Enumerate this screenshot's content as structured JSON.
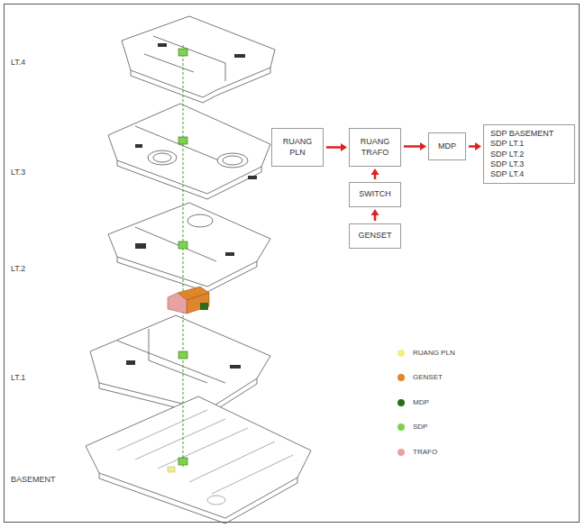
{
  "diagram": {
    "nodes": [
      {
        "text": [
          "RUANG PLN"
        ]
      },
      {
        "text": [
          "RUANG TRAFO"
        ]
      },
      {
        "text": [
          "MDP"
        ]
      },
      {
        "text": [
          "SDP BASEMENT",
          "SDP LT.1",
          "SDP LT.2",
          "SDP LT.3",
          "SDP LT.4"
        ]
      },
      {
        "text": [
          "SWITCH"
        ]
      },
      {
        "text": [
          "GENSET"
        ]
      }
    ],
    "edges": [
      {
        "from": 0,
        "to": 1,
        "arrow": "to"
      },
      {
        "from": 1,
        "to": 2,
        "arrow": "to"
      },
      {
        "from": 2,
        "to": 3,
        "arrow": "to"
      },
      {
        "from": 4,
        "to": 1,
        "arrow": "to"
      },
      {
        "from": 5,
        "to": 4,
        "arrow": "to"
      }
    ],
    "labels": [
      "LT.4",
      "LT.3",
      "LT.2",
      "LT.1",
      "BASEMENT"
    ],
    "legend": [
      {
        "text": "RUANG PLN",
        "color": "#f4ef7c"
      },
      {
        "text": "GENSET",
        "color": "#e0862a"
      },
      {
        "text": "MDP",
        "color": "#2f6b1e"
      },
      {
        "text": "SDP",
        "color": "#7fd24c"
      },
      {
        "text": "TRAFO",
        "color": "#e9a2a2"
      }
    ]
  }
}
